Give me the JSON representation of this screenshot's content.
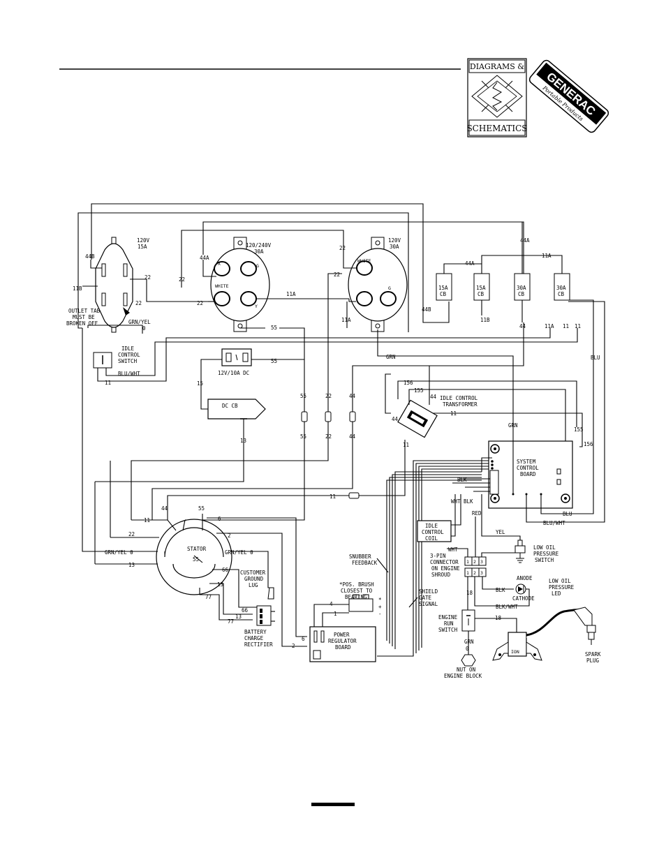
{
  "logo": {
    "line1": "DIAGRAMS &",
    "line2": "SCHEMATICS",
    "brand": "GENERAC",
    "brand_sub": "Portable Products"
  },
  "outlets": {
    "o120_15": {
      "volts": "120V",
      "amps": "15A"
    },
    "o120_240_30": {
      "volts": "120/240V",
      "amps": "30A"
    },
    "o120_30": {
      "volts": "120V",
      "amps": "30A"
    },
    "white": "WHITE",
    "g": "G",
    "x": "X",
    "y": "Y",
    "tab_note": [
      "OUTLET TAB",
      "MUST BE",
      "BROKEN OFF"
    ]
  },
  "breakers": [
    {
      "amps": "15A",
      "cb": "CB"
    },
    {
      "amps": "15A",
      "cb": "CB"
    },
    {
      "amps": "30A",
      "cb": "CB"
    },
    {
      "amps": "30A",
      "cb": "CB"
    }
  ],
  "components": {
    "idle_switch": [
      "IDLE",
      "CONTROL",
      "SWITCH"
    ],
    "dc_outlet": "12V/10A DC",
    "dc_cb": "DC CB",
    "transformer": [
      "IDLE CONTROL",
      "TRANSFORMER"
    ],
    "scb": [
      "SYSTEM",
      "CONTROL",
      "BOARD"
    ],
    "idle_coil": [
      "IDLE",
      "CONTROL",
      "COIL"
    ],
    "low_oil_switch": [
      "LOW OIL",
      "PRESSURE",
      "SWITCH"
    ],
    "connector": [
      "3-PIN",
      "CONNECTOR",
      "ON ENGINE",
      "SHROUD"
    ],
    "anode": "ANODE",
    "cathode": "CATHODE",
    "low_oil_led": [
      "LOW OIL",
      "PRESSURE",
      "LED"
    ],
    "run_switch": [
      "ENGINE",
      "RUN",
      "SWITCH"
    ],
    "nut": [
      "NUT ON",
      "ENGINE BLOCK"
    ],
    "spark_plug": [
      "SPARK",
      "PLUG"
    ],
    "ion": "ION",
    "stator": "STATOR",
    "ground_lug": [
      "CUSTOMER",
      "GROUND",
      "LUG"
    ],
    "rectifier": [
      "BATTERY",
      "CHARGE",
      "RECTIFIER"
    ],
    "snubber": [
      "SNUBBER",
      "FEEDBACK"
    ],
    "shield": [
      "SHIELD",
      "GATE",
      "SIGNAL"
    ],
    "brush": [
      "*POS. BRUSH",
      "CLOSEST TO",
      "BEARING"
    ],
    "regulator": [
      "POWER",
      "REGULATOR",
      "BOARD"
    ],
    "pins": [
      "1",
      "2",
      "3"
    ],
    "plus": "+",
    "minus": "-",
    "star": "*"
  },
  "wires": {
    "w44B": "44B",
    "w11B": "11B",
    "w22": "22",
    "w44A": "44A",
    "w11A": "11A",
    "w55": "55",
    "w44": "44",
    "w11": "11",
    "w15": "15",
    "w13": "13",
    "w156": "156",
    "w155": "155",
    "w6": "6",
    "w2": "2",
    "w66": "66",
    "w77": "77",
    "w4": "4",
    "w1": "1",
    "w18": "18",
    "w0": "0",
    "grnyel": "GRN/YEL",
    "grnyel0": "GRN/YEL 0",
    "grn": "GRN",
    "blu": "BLU",
    "bluwht": "BLU/WHT",
    "blk": "BLK",
    "wht": "WHT",
    "red": "RED",
    "yel": "YEL",
    "blkwht": "BLK/WHT"
  }
}
